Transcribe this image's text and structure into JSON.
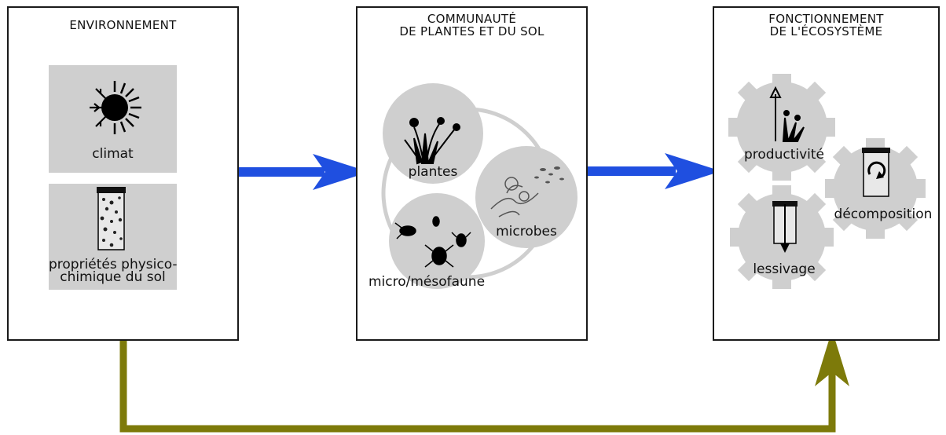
{
  "panels": {
    "environment": {
      "title": "ENVIRONNEMENT",
      "climate_label": "climat",
      "soil_label_line1": "propriétés physico-",
      "soil_label_line2": "chimique du sol"
    },
    "community": {
      "title_line1": "COMMUNAUTÉ",
      "title_line2": "DE PLANTES ET DU SOL",
      "plants_label": "plantes",
      "microbes_label": "microbes",
      "fauna_label": "micro/mésofaune"
    },
    "ecosystem": {
      "title_line1": "FONCTIONNEMENT",
      "title_line2": "DE L'ÉCOSYSTÈME",
      "productivity_label": "productivité",
      "decomposition_label": "décomposition",
      "leaching_label": "lessivage"
    }
  },
  "colors": {
    "flow_arrow": "#1f4fe0",
    "feedback_arrow": "#7d7a0a",
    "fill_gray": "#cfcfcf",
    "border": "#1a1a1a"
  },
  "icons": [
    "sun-snowflake-icon",
    "soil-core-icon",
    "plant-icon",
    "microbe-icon",
    "fauna-icon",
    "gear-icon",
    "decomposition-cycle-icon"
  ]
}
